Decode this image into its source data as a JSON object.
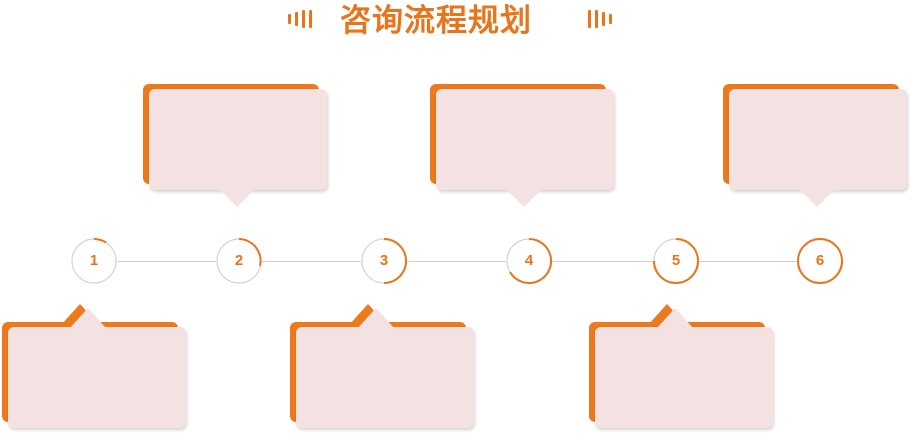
{
  "title": "咨询流程规划",
  "accent_color": "#e8741c",
  "box_color": "#f3e2e1",
  "steps": [
    {
      "number": "1",
      "box_position": "below"
    },
    {
      "number": "2",
      "box_position": "above"
    },
    {
      "number": "3",
      "box_position": "below"
    },
    {
      "number": "4",
      "box_position": "above"
    },
    {
      "number": "5",
      "box_position": "below"
    },
    {
      "number": "6",
      "box_position": "above"
    }
  ]
}
